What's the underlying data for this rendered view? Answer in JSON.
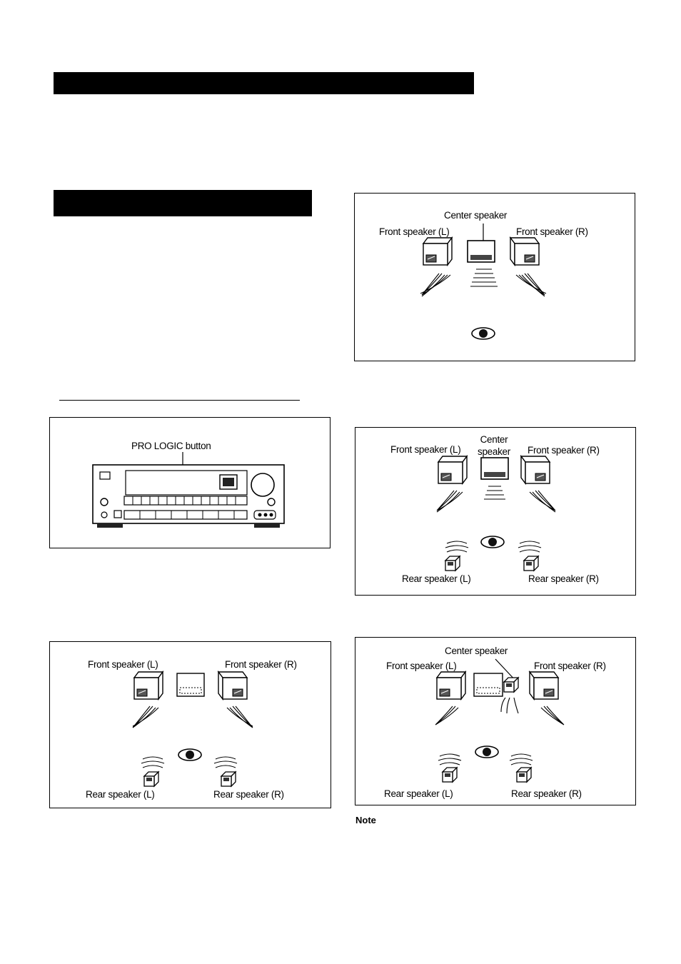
{
  "figures": {
    "panel_center_only": {
      "center_speaker": "Center speaker",
      "front_left": "Front speaker (L)",
      "front_right": "Front speaker (R)"
    },
    "panel_receiver": {
      "pro_logic_button": "PRO LOGIC button"
    },
    "panel_full": {
      "center_speaker": "Center\nspeaker",
      "front_left": "Front speaker (L)",
      "front_right": "Front speaker (R)",
      "rear_left": "Rear speaker (L)",
      "rear_right": "Rear speaker (R)"
    },
    "panel_phantom": {
      "front_left": "Front speaker (L)",
      "front_right": "Front speaker (R)",
      "rear_left": "Rear speaker (L)",
      "rear_right": "Rear speaker (R)"
    },
    "panel_small_center": {
      "center_speaker": "Center speaker",
      "front_left": "Front speaker (L)",
      "front_right": "Front speaker (R)",
      "rear_left": "Rear speaker (L)",
      "rear_right": "Rear speaker (R)"
    }
  },
  "note_heading": "Note",
  "icons": [
    "speaker-icon",
    "listener-icon",
    "sound-wave-icon",
    "receiver-icon"
  ]
}
